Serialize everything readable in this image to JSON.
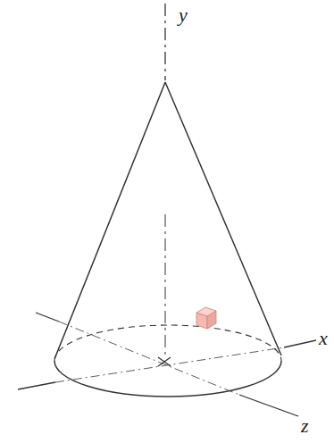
{
  "diagram": {
    "labels": [
      "y",
      "x",
      "z"
    ]
  }
}
